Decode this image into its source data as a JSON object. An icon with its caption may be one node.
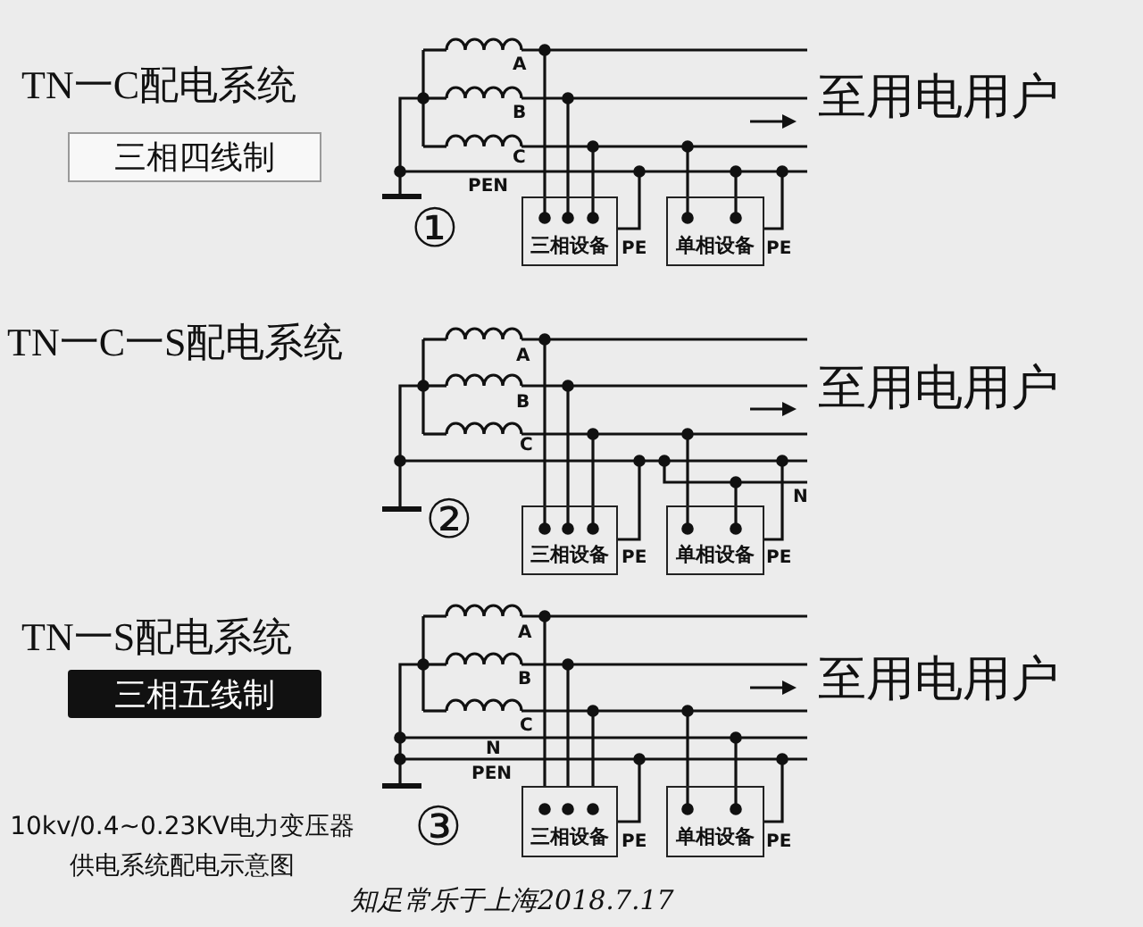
{
  "diagram": {
    "caption": "10kv/0.4~0.23KV电力变压器供电系统配电示意图",
    "nodes": [
      {
        "text": [
          "三相四线制"
        ]
      },
      {
        "text": [
          "三相设备"
        ]
      },
      {
        "text": [
          "单相设备"
        ]
      },
      {
        "text": [
          "三相设备"
        ]
      },
      {
        "text": [
          "单相设备"
        ]
      },
      {
        "text": [
          "三相五线制"
        ]
      },
      {
        "text": [
          "三相设备"
        ]
      },
      {
        "text": [
          "单相设备"
        ]
      }
    ],
    "labels": [
      "TN一C配电系统",
      "A",
      "B",
      "C",
      "PEN",
      "至用电用户",
      "①",
      "PE",
      "PE",
      "TN一C一S配电系统",
      "A",
      "B",
      "C",
      "至用电用户",
      "N",
      "②",
      "PE",
      "PE",
      "TN一S配电系统",
      "A",
      "B",
      "C",
      "N",
      "PEN",
      "至用电用户",
      "③",
      "PE",
      "PE",
      "知足常乐于上海2018.7.17"
    ]
  }
}
